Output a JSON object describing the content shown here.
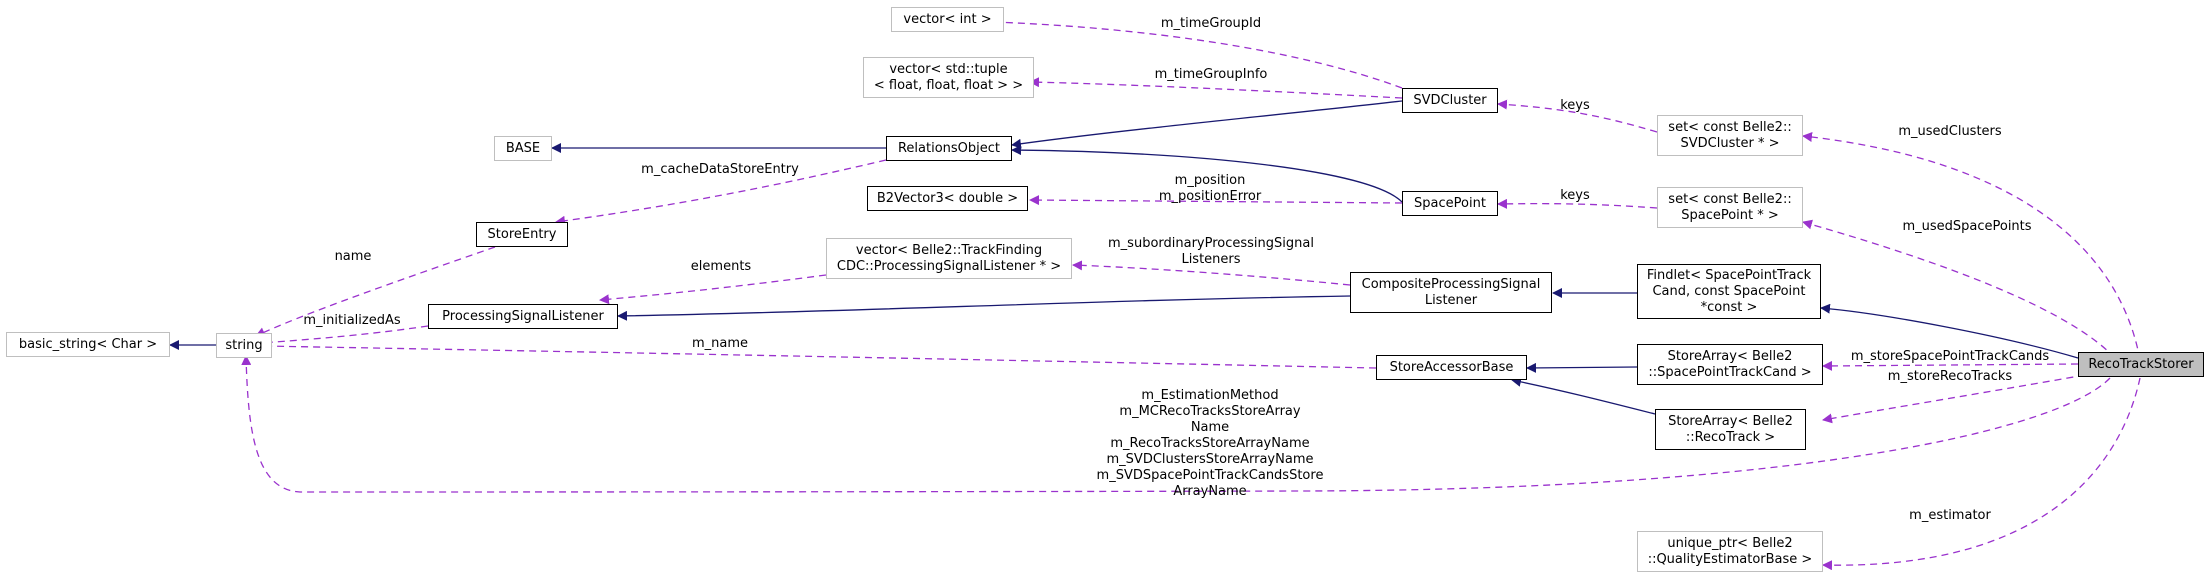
{
  "colors": {
    "inherit": "#191970",
    "use": "#9a32cd",
    "ext_border": "#bfbfbf",
    "focus_fill": "#bfbfbf"
  },
  "nodes": {
    "vector_int": "vector< int >",
    "vector_tuple": "vector< std::tuple\n< float, float, float > >",
    "svdcluster": "SVDCluster",
    "base": "BASE",
    "relations_object": "RelationsObject",
    "set_svdcluster": "set< const Belle2::\nSVDCluster * >",
    "b2vector3": "B2Vector3< double >",
    "spacepoint": "SpacePoint",
    "set_spacepoint": "set< const Belle2::\nSpacePoint * >",
    "store_entry": "StoreEntry",
    "vector_listener": "vector< Belle2::TrackFinding\nCDC::ProcessingSignalListener * >",
    "composite_listener": "CompositeProcessingSignal\nListener",
    "findlet": "Findlet< SpacePointTrack\nCand, const SpacePoint\n*const >",
    "basic_string": "basic_string< Char >",
    "string": "string",
    "processing_listener": "ProcessingSignalListener",
    "store_accessor": "StoreAccessorBase",
    "storearray_sptc": "StoreArray< Belle2\n::SpacePointTrackCand >",
    "recotrackstorer": "RecoTrackStorer",
    "storearray_reco": "StoreArray< Belle2\n::RecoTrack >",
    "unique_ptr": "unique_ptr< Belle2\n::QualityEstimatorBase >"
  },
  "edge_labels": {
    "m_timeGroupId": "m_timeGroupId",
    "m_timeGroupInfo": "m_timeGroupInfo",
    "keys_svd": "keys",
    "m_usedClusters": "m_usedClusters",
    "m_cacheDataStoreEntry": "m_cacheDataStoreEntry",
    "m_position": "m_position\nm_positionError",
    "keys_sp": "keys",
    "m_usedSpacePoints": "m_usedSpacePoints",
    "name": "name",
    "elements": "elements",
    "m_subordinary": "m_subordinaryProcessingSignal\nListeners",
    "m_initializedAs": "m_initializedAs",
    "m_name": "m_name",
    "m_storeSpacePointTrackCands": "m_storeSpacePointTrackCands",
    "m_storeRecoTracks": "m_storeRecoTracks",
    "m_string_members": "m_EstimationMethod\nm_MCRecoTracksStoreArray\nName\nm_RecoTracksStoreArrayName\nm_SVDClustersStoreArrayName\nm_SVDSpacePointTrackCandsStore\nArrayName",
    "m_estimator": "m_estimator"
  }
}
